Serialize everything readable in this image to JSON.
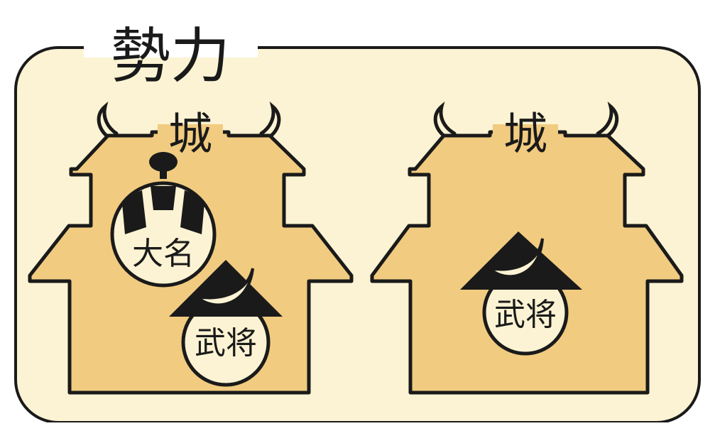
{
  "diagram": {
    "group_title": "勢力",
    "castles": [
      {
        "label": "城",
        "members": [
          "大名",
          "武将"
        ]
      },
      {
        "label": "城",
        "members": [
          "武将"
        ]
      }
    ]
  },
  "colors": {
    "panel_fill": "#fbf3d3",
    "castle_fill": "#f1cb80",
    "ink": "#1a1a1a",
    "token_fill": "#fbf3d3",
    "page_bg": "#ffffff"
  },
  "icons": [
    "daimyo-token-icon",
    "busho-token-icon",
    "crescent-helmet-icon"
  ]
}
